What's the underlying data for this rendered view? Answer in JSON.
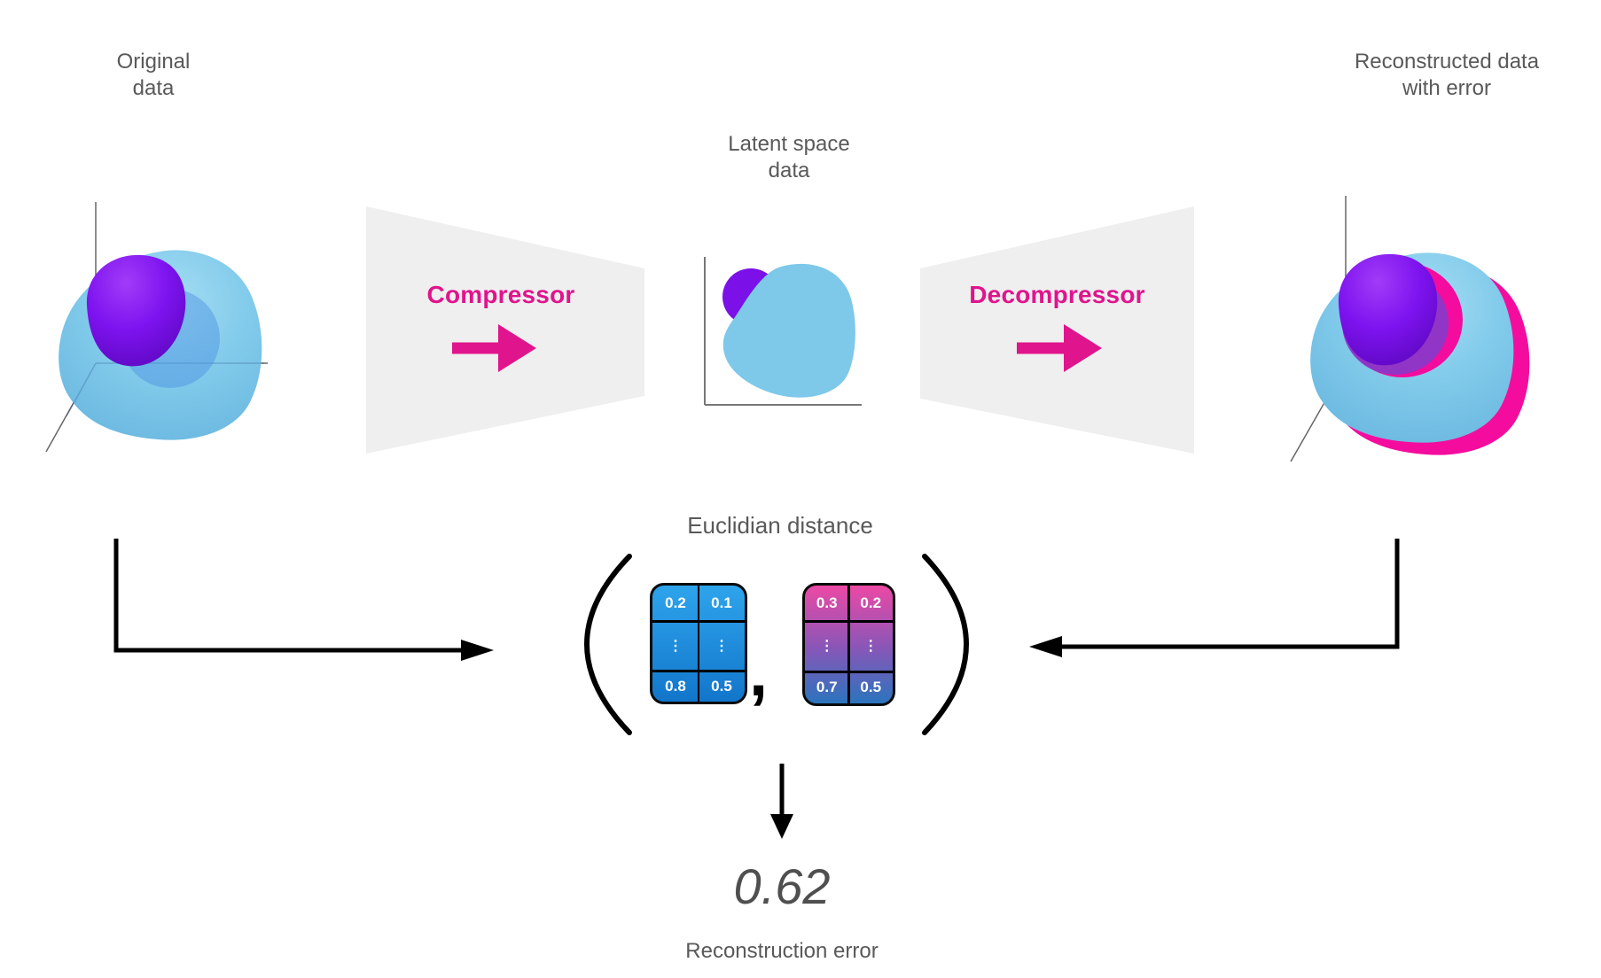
{
  "colors": {
    "accent_pink": "#E0148C",
    "deep_pink": "#F40C9E",
    "panel_gray": "#EFEFEF",
    "text_gray": "#595959",
    "black": "#000000",
    "axis_gray": "#666666",
    "blob_blue": "#7EC8EA",
    "blob_purple": "#7B10E8",
    "matrix_left_top": "#2EA4EC",
    "matrix_left_bottom": "#1276CB",
    "matrix_right_top": "#EC49A4",
    "matrix_right_mid": "#8A56B8",
    "matrix_right_bottom": "#2B74BD",
    "matrix_text": "#FFFFFF"
  },
  "labels": {
    "original": {
      "line1": "Original",
      "line2": "data"
    },
    "latent": {
      "line1": "Latent space",
      "line2": "data"
    },
    "reconstructed": {
      "line1": "Reconstructed data",
      "line2": "with error"
    },
    "compressor": "Compressor",
    "decompressor": "Decompressor",
    "euclidian_title": "Euclidian distance",
    "comma": ",",
    "error_value": "0.62",
    "error_caption": "Reconstruction error"
  },
  "matrices": {
    "original": {
      "rows": [
        [
          "0.2",
          "0.1"
        ],
        [
          "⋮",
          "⋮"
        ],
        [
          "0.8",
          "0.5"
        ]
      ]
    },
    "reconstructed": {
      "rows": [
        [
          "0.3",
          "0.2"
        ],
        [
          "⋮",
          "⋮"
        ],
        [
          "0.7",
          "0.5"
        ]
      ]
    }
  },
  "icons": {
    "compressor_arrow": "arrow-right",
    "decompressor_arrow": "arrow-right",
    "connector_left": "elbow-arrow-right",
    "connector_right": "elbow-arrow-left",
    "to_error_arrow": "arrow-down"
  }
}
